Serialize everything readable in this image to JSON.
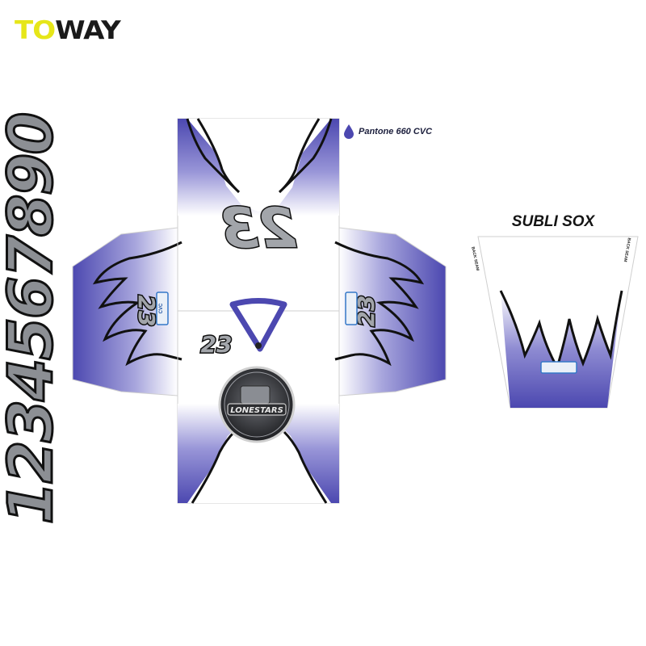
{
  "brand": {
    "logo_lead": "TO",
    "logo_rest": "WAY"
  },
  "digit_strip": "1234567890",
  "jersey": {
    "number": "23",
    "crest_text": "LONESTARS",
    "sponsor_patch": "CVC",
    "colors": {
      "primary": "#5b57b8",
      "outline": "#111111",
      "body": "#ffffff",
      "number_fill": "#a2a5aa"
    }
  },
  "pantone_label": "Pantone 660 CVC",
  "sox": {
    "title": "SUBLI SOX",
    "seam_label": "BACK SEAM"
  },
  "icons": [
    "drop-icon",
    "crest-logo",
    "sponsor-patch"
  ]
}
